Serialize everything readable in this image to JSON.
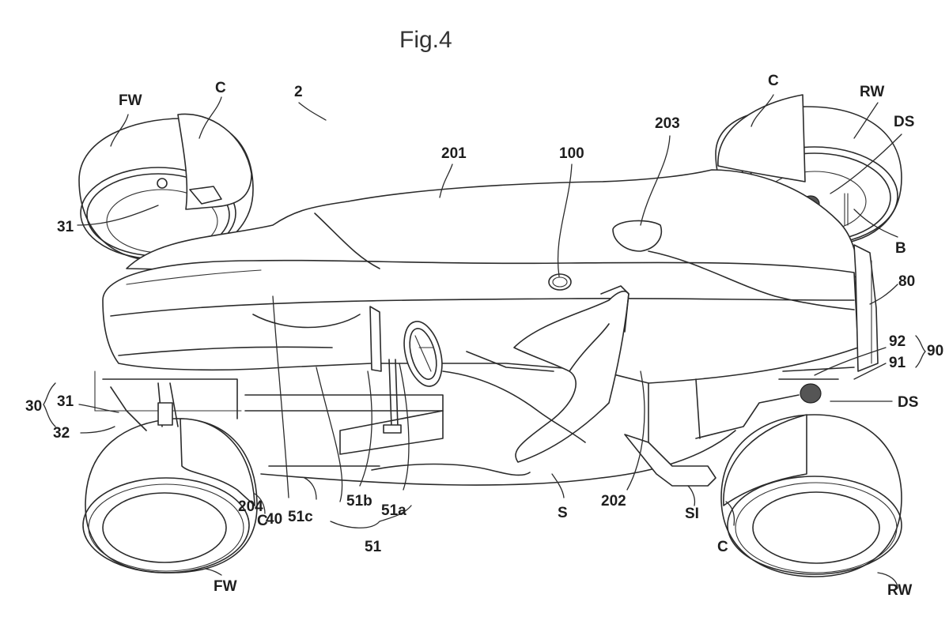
{
  "figure": {
    "title": "Fig.4",
    "subject": "vehicle",
    "reference_labels": {
      "vehicle": "2",
      "front_wheel_top": "FW",
      "front_wheel_bottom": "FW",
      "rear_wheel_top": "RW",
      "rear_wheel_bottom": "RW",
      "cover_front_top": "C",
      "cover_front_bottom": "C",
      "cover_rear_top": "C",
      "cover_rear_bottom": "C",
      "front_suspension": "30",
      "front_arm_top": "31",
      "front_arm_bottom": "31",
      "front_damper": "32",
      "frame": "40",
      "steering": "51",
      "steering_a": "51a",
      "steering_b": "51b",
      "steering_c": "51c",
      "rear_structure": "80",
      "rear_suspension": "90",
      "rear_arm_upper": "92",
      "rear_arm_lower": "91",
      "damper_top": "DS",
      "damper_bottom": "DS",
      "bracket": "B",
      "sensor": "100",
      "body_201": "201",
      "body_202": "202",
      "body_203": "203",
      "body_204": "204",
      "seat": "S",
      "sill": "SI"
    }
  }
}
